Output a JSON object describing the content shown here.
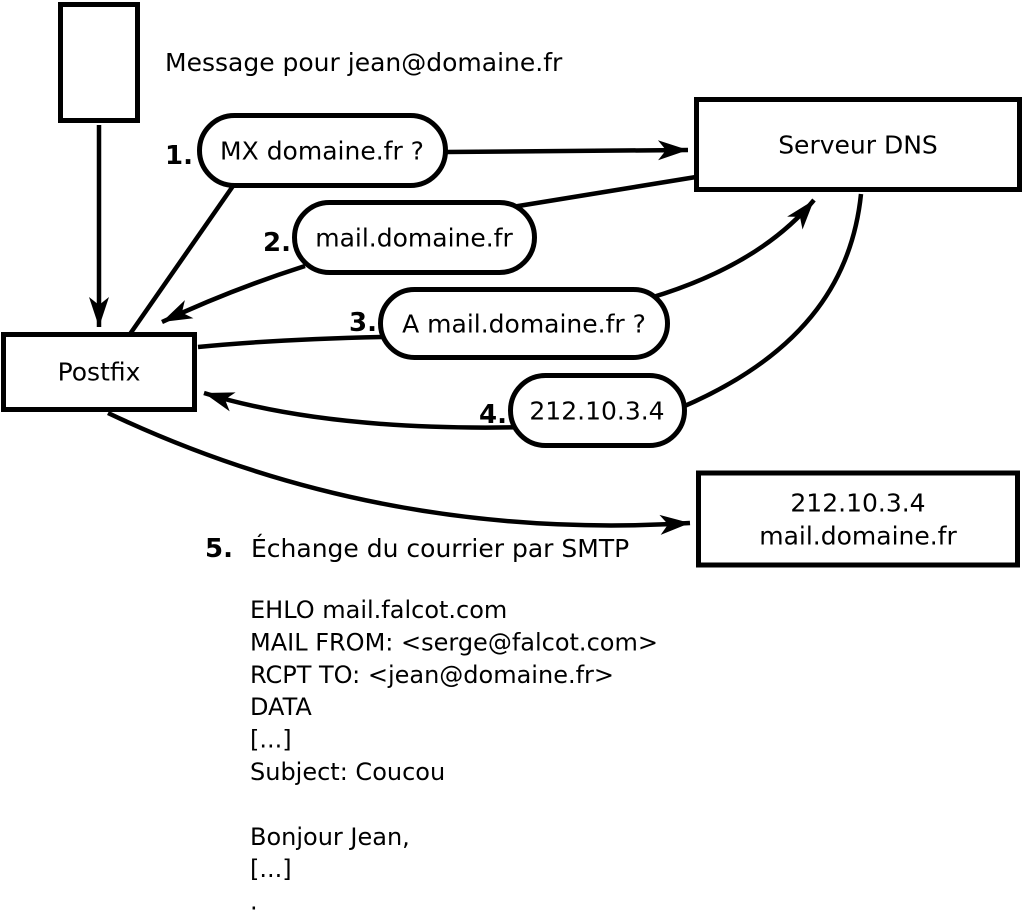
{
  "colors": {
    "background": "#ffffff",
    "ink": "#000000"
  },
  "diagram": {
    "message_label": "Message pour jean@domaine.fr",
    "nodes": {
      "postfix": "Postfix",
      "dns": "Serveur DNS",
      "target_ip": "212.10.3.4",
      "target_host": "mail.domaine.fr"
    },
    "steps": [
      {
        "num": "1.",
        "label": "MX domaine.fr ?"
      },
      {
        "num": "2.",
        "label": "mail.domaine.fr"
      },
      {
        "num": "3.",
        "label": "A mail.domaine.fr ?"
      },
      {
        "num": "4.",
        "label": "212.10.3.4"
      },
      {
        "num": "5.",
        "label": "Échange du courrier par SMTP"
      }
    ],
    "smtp": {
      "lines": [
        "EHLO mail.falcot.com",
        "MAIL FROM: <serge@falcot.com>",
        "RCPT TO: <jean@domaine.fr>",
        "DATA",
        "[...]",
        "Subject: Coucou",
        "",
        "Bonjour Jean,",
        "[...]",
        "."
      ]
    }
  }
}
